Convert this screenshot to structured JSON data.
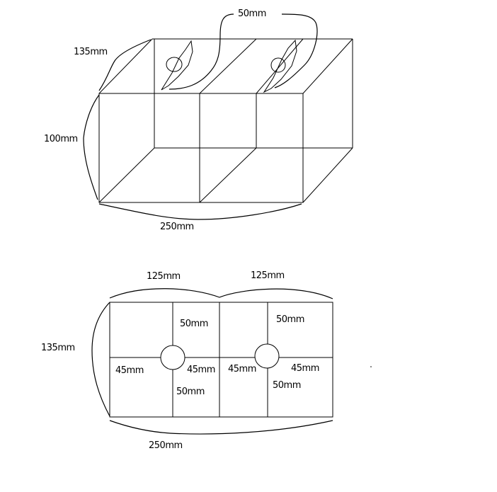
{
  "top_view_3d": {
    "label_width": "50mm",
    "label_depth": "135mm",
    "label_height": "100mm",
    "label_length": "250mm"
  },
  "plan_view": {
    "label_left_half": "125mm",
    "label_right_half": "125mm",
    "label_depth": "135mm",
    "label_length": "250mm",
    "left_cell": {
      "top": "50mm",
      "left": "45mm",
      "right": "45mm",
      "bottom": "50mm"
    },
    "right_cell": {
      "top": "50mm",
      "left": "45mm",
      "right": "45mm",
      "bottom": "50mm"
    }
  }
}
